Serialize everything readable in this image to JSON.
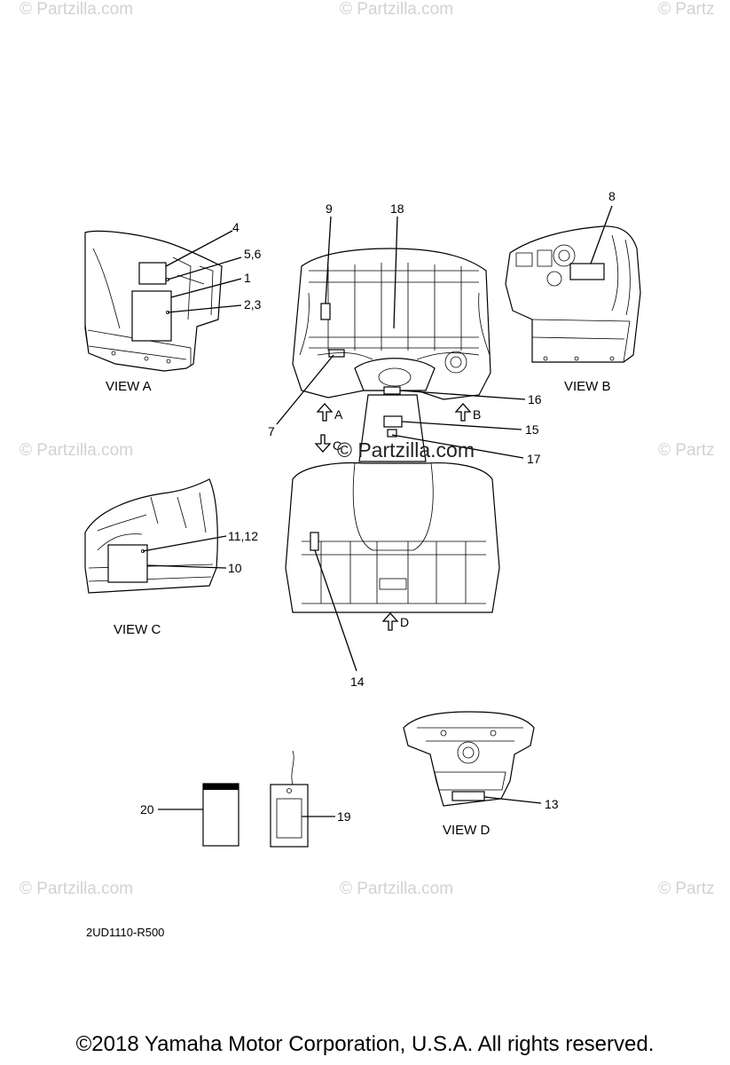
{
  "watermarks": [
    "© Partzilla.com",
    "© Partzilla.com",
    "© Partz",
    "© Partzilla.com",
    "© Partz",
    "© Partzilla.com",
    "© Partzilla.com",
    "© Partz"
  ],
  "center_watermark": "© Partzilla.com",
  "views": {
    "a": "VIEW A",
    "b": "VIEW B",
    "c": "VIEW C",
    "d": "VIEW D"
  },
  "arrows": {
    "a": "A",
    "b": "B",
    "c": "C",
    "d": "D"
  },
  "callouts": {
    "c1": "1",
    "c2_3": "2,3",
    "c4": "4",
    "c5_6": "5,6",
    "c7": "7",
    "c8": "8",
    "c9": "9",
    "c10": "10",
    "c11_12": "11,12",
    "c13": "13",
    "c14": "14",
    "c15": "15",
    "c16": "16",
    "c17": "17",
    "c18": "18",
    "c19": "19",
    "c20": "20"
  },
  "diagram_code": "2UD1110-R500",
  "copyright": "©2018 Yamaha Motor Corporation, U.S.A. All rights reserved."
}
